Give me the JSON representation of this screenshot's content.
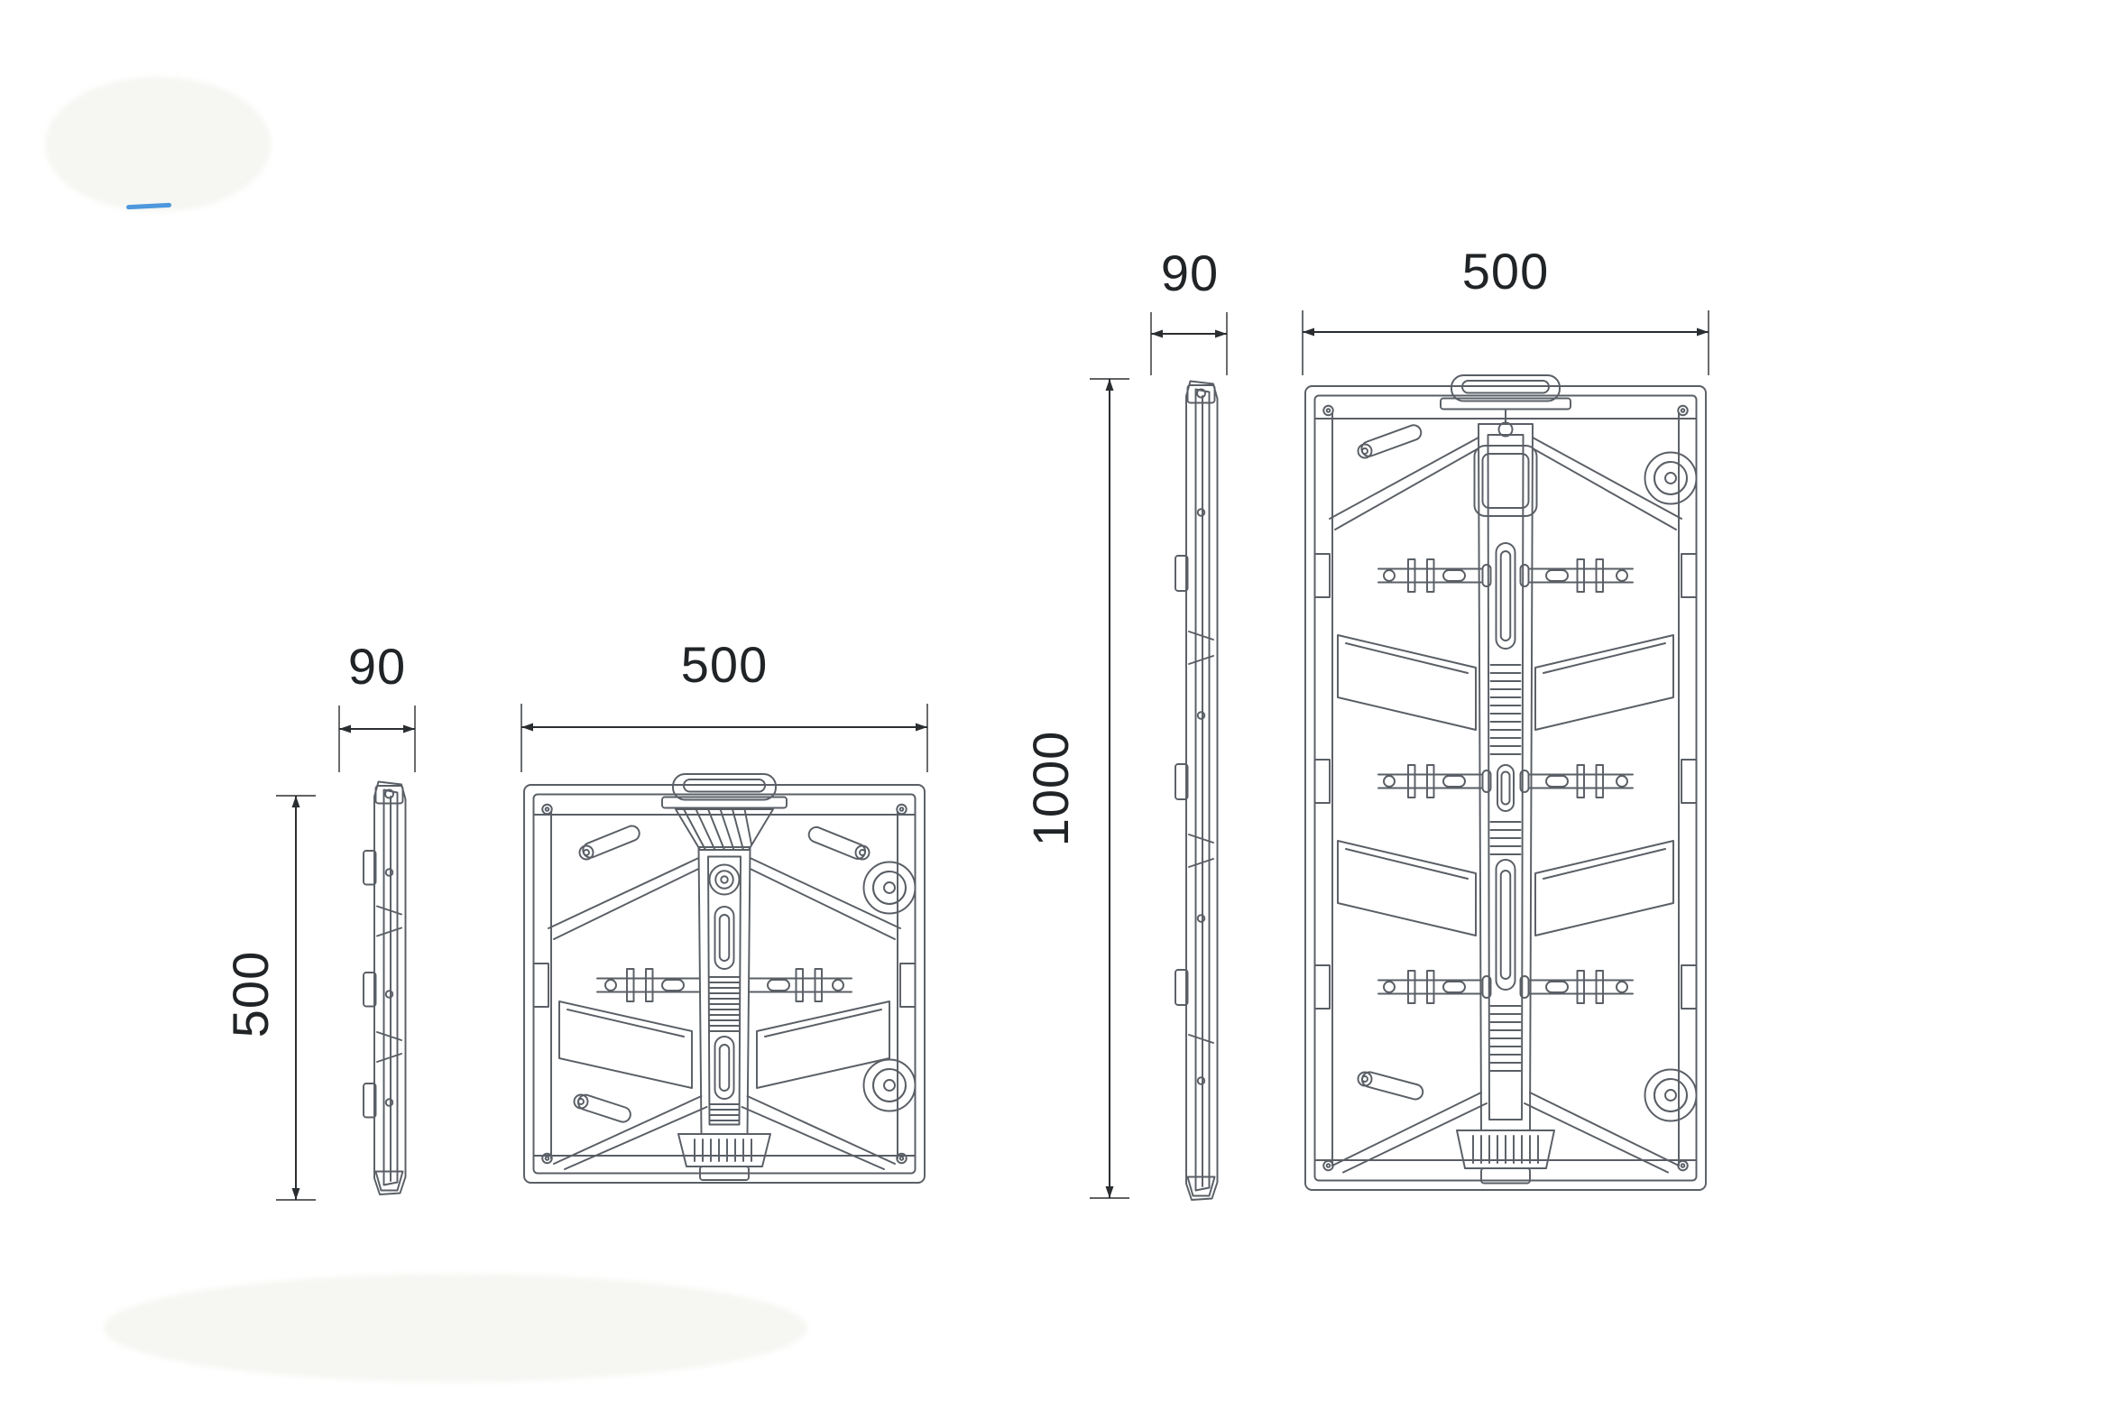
{
  "figure": {
    "type": "technical-drawing",
    "subject": "LED display cabinet dimension drawing, side and rear views of two cabinet sizes",
    "background": "#ffffff",
    "line_color": "#5a5f66",
    "dim_color": "#2b2e31",
    "text_color": "#212427",
    "artifact_blue": "#2f86d8"
  },
  "small_cabinet": {
    "views": {
      "side": "side profile view",
      "rear": "rear view"
    },
    "dims": {
      "depth": "90",
      "width": "500",
      "height": "500"
    }
  },
  "large_cabinet": {
    "views": {
      "side": "side profile view",
      "rear": "rear view"
    },
    "dims": {
      "depth": "90",
      "width": "500",
      "height": "1000"
    }
  }
}
